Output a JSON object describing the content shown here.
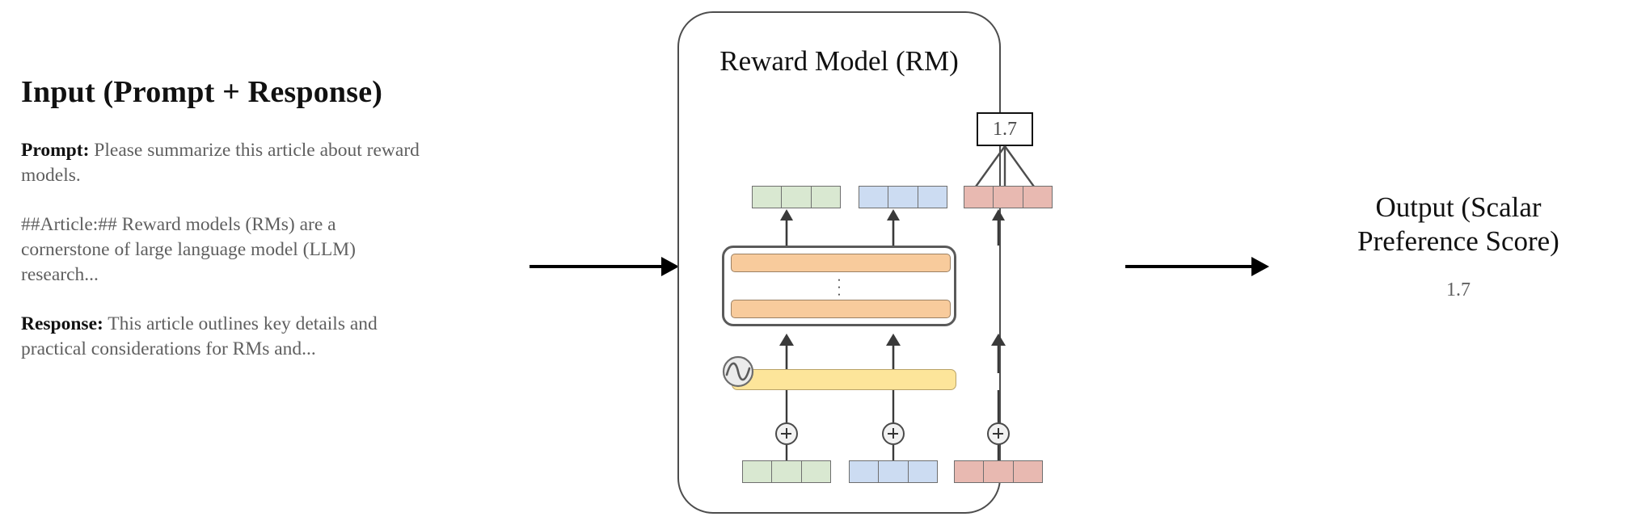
{
  "diagram": {
    "title": "Reward Model (RM) pipeline",
    "colors": {
      "green_token": "#d9e8d1",
      "blue_token": "#ccdcf2",
      "pink_token": "#e8b9b1",
      "transformer_layer": "#f8cb9c",
      "positional_bar": "#fde59a",
      "stroke": "#4d4d4d",
      "body_text": "#5f5f5f",
      "heading_text": "#111111"
    }
  },
  "input": {
    "heading": "Input (Prompt + Response)",
    "prompt_label": "Prompt:",
    "prompt_text": " Please summarize this article about reward models.",
    "article_text": "##Article:## Reward models (RMs) are a cornerstone of large language model (LLM) research...",
    "response_label": "Response:",
    "response_text": " This article outlines key details and practical considerations for RMs and..."
  },
  "reward_model": {
    "title": "Reward Model (RM)",
    "score_value": "1.7",
    "transformer": {
      "layer_count_hint": "⋮",
      "top_layer_name": "transformer-layer",
      "bottom_layer_name": "transformer-layer"
    },
    "positional_encoding": {
      "icon": "sine-wave-icon",
      "bar_name": "positional-encoding-bar"
    },
    "token_groups_top": [
      {
        "name": "green-hidden-states",
        "cells": 3
      },
      {
        "name": "blue-hidden-states",
        "cells": 3
      },
      {
        "name": "pink-hidden-states",
        "cells": 3
      }
    ],
    "token_groups_bottom": [
      {
        "name": "green-input-tokens",
        "cells": 3
      },
      {
        "name": "blue-input-tokens",
        "cells": 3
      },
      {
        "name": "pink-input-tokens",
        "cells": 3
      }
    ],
    "add_nodes": [
      "+",
      "+",
      "+"
    ]
  },
  "output": {
    "heading_line1": "Output (Scalar",
    "heading_line2": "Preference Score)",
    "value": "1.7"
  },
  "flow": {
    "input_to_model_arrow": "arrow-right",
    "model_to_output_arrow": "arrow-right"
  }
}
